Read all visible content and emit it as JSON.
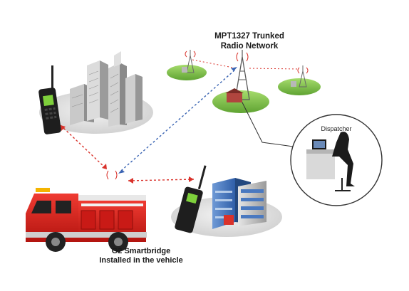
{
  "network": {
    "title_line1": "MPT1327 Trunked",
    "title_line2": "Radio Network"
  },
  "dispatcher": {
    "label": "Dispatcher"
  },
  "vehicle": {
    "label_line1": "G2 Smartbridge",
    "label_line2": "Installed in the vehicle"
  },
  "colors": {
    "link_red": "#d9322b",
    "link_blue": "#3a64b3",
    "site_green": "#7cc242",
    "truck_red": "#d8201e"
  }
}
